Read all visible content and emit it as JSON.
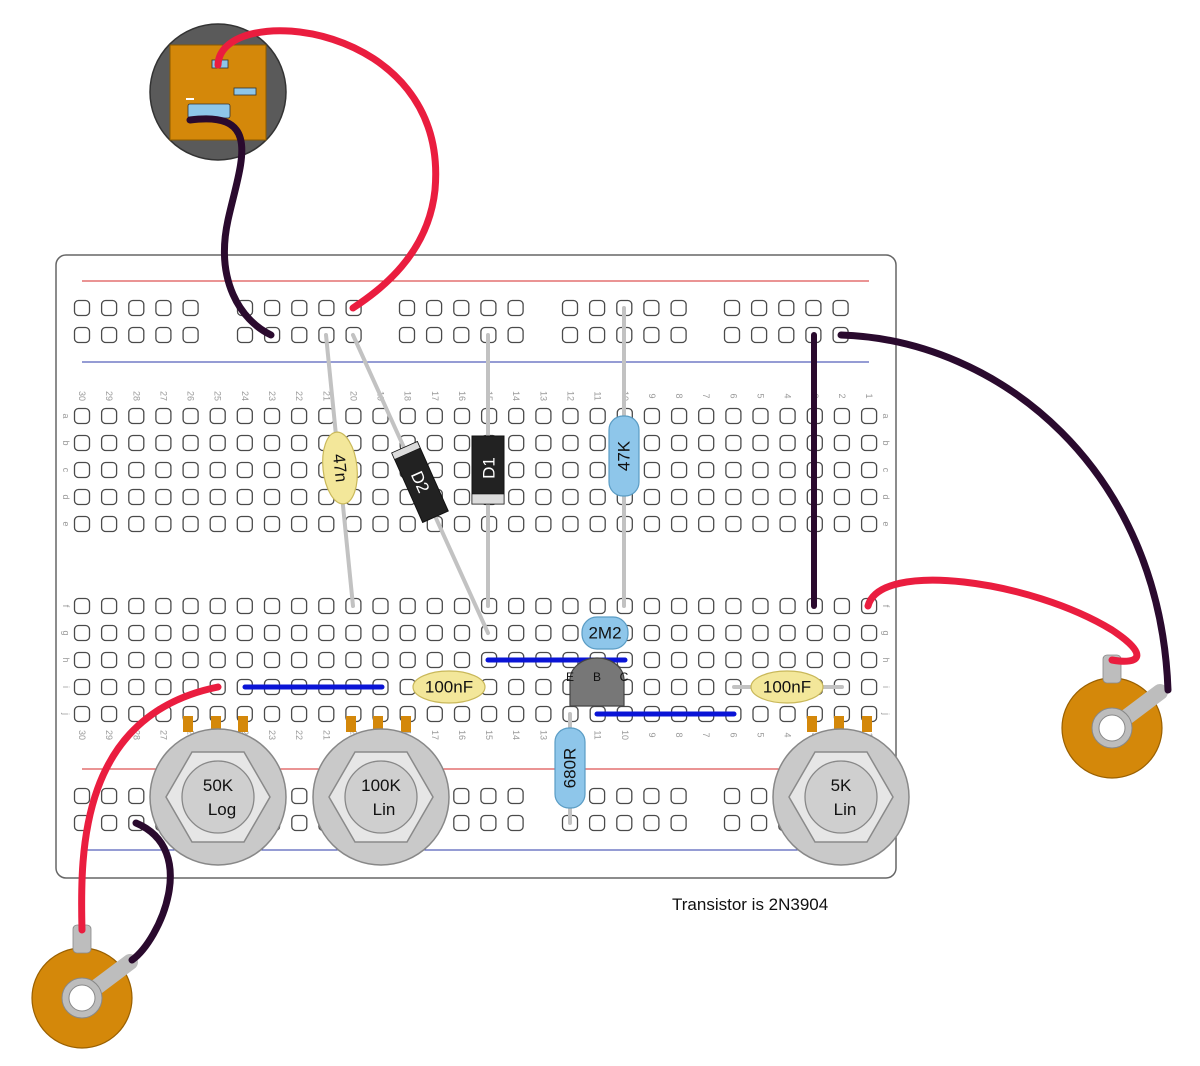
{
  "note": "Transistor is 2N3904",
  "labels": {
    "cap_47n": "47n",
    "diode_d2": "D2",
    "diode_d1": "D1",
    "res_47k": "47K",
    "res_2m2": "2M2",
    "res_680r": "680R",
    "cap_100nf_a": "100nF",
    "cap_100nf_b": "100nF",
    "pot_50k_value": "50K",
    "pot_50k_taper": "Log",
    "pot_100k_value": "100K",
    "pot_100k_taper": "Lin",
    "pot_5k_value": "5K",
    "pot_5k_taper": "Lin",
    "transistor_e": "E",
    "transistor_b": "B",
    "transistor_c": "C"
  },
  "board": {
    "column_numbers": [
      "30",
      "29",
      "28",
      "27",
      "26",
      "25",
      "24",
      "23",
      "22",
      "21",
      "20",
      "19",
      "18",
      "17",
      "16",
      "15",
      "14",
      "13",
      "12",
      "11",
      "10",
      "9",
      "8",
      "7",
      "6",
      "5",
      "4",
      "3",
      "2",
      "1"
    ],
    "row_letters_top": [
      "a",
      "b",
      "c",
      "d",
      "e"
    ],
    "row_letters_bottom": [
      "f",
      "g",
      "h",
      "i",
      "j"
    ]
  },
  "colors": {
    "wire_red": "#ea1d3f",
    "wire_dark": "#2a0a2e",
    "jumper_blue": "#0a14d6",
    "rail_red": "#d62828",
    "rail_blue": "#2b3aa8",
    "cap_yellow": "#f3e79a",
    "res_blue": "#8ec6ea",
    "jack_orange": "#d4880a",
    "pot_gray": "#c9c9c9"
  }
}
